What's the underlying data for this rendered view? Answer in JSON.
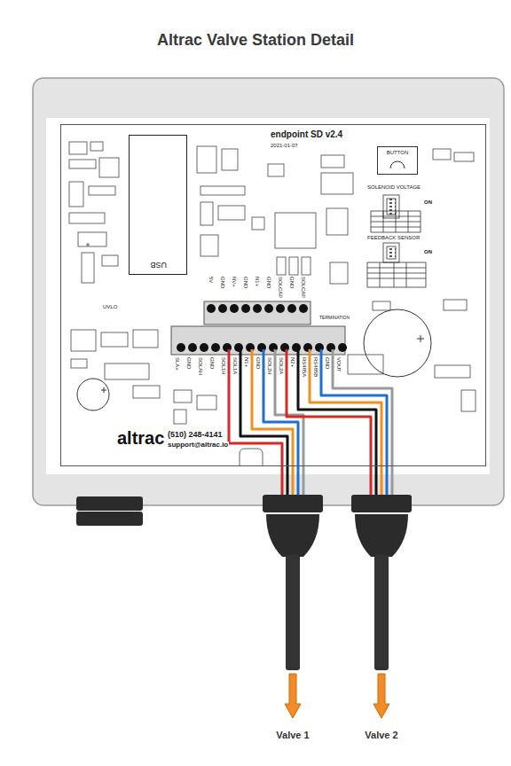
{
  "diagram": {
    "title": "Altrac Valve Station Detail",
    "nodes": [
      {
        "text": [
          "endpoint SD v2.4",
          "2021-01-07"
        ]
      },
      {
        "text": [
          "USB"
        ],
        "in": 0
      },
      {
        "text": [
          "BUTTON"
        ],
        "in": 0
      }
    ],
    "labels": [
      "altrac",
      "(510) 248-4141",
      "support@altrac.io",
      "SOLENOID VOLTAGE",
      "FEEDBACK SENSOR",
      "ON",
      "ON",
      "UVLO",
      "TERMINATION",
      "5V",
      "GND",
      "NV+",
      "GND",
      "N1+",
      "GND",
      "SOLCAP",
      "GND",
      "SOLCAP",
      "SLA+",
      "GND",
      "SOLAH",
      "GND",
      "SOL1H",
      "SOL1A",
      "N1+",
      "GND",
      "SOL2H",
      "SOL2A",
      "N2+",
      "RS485A",
      "RS485B",
      "GND",
      "VOUT",
      "Valve 1",
      "Valve 2"
    ]
  }
}
